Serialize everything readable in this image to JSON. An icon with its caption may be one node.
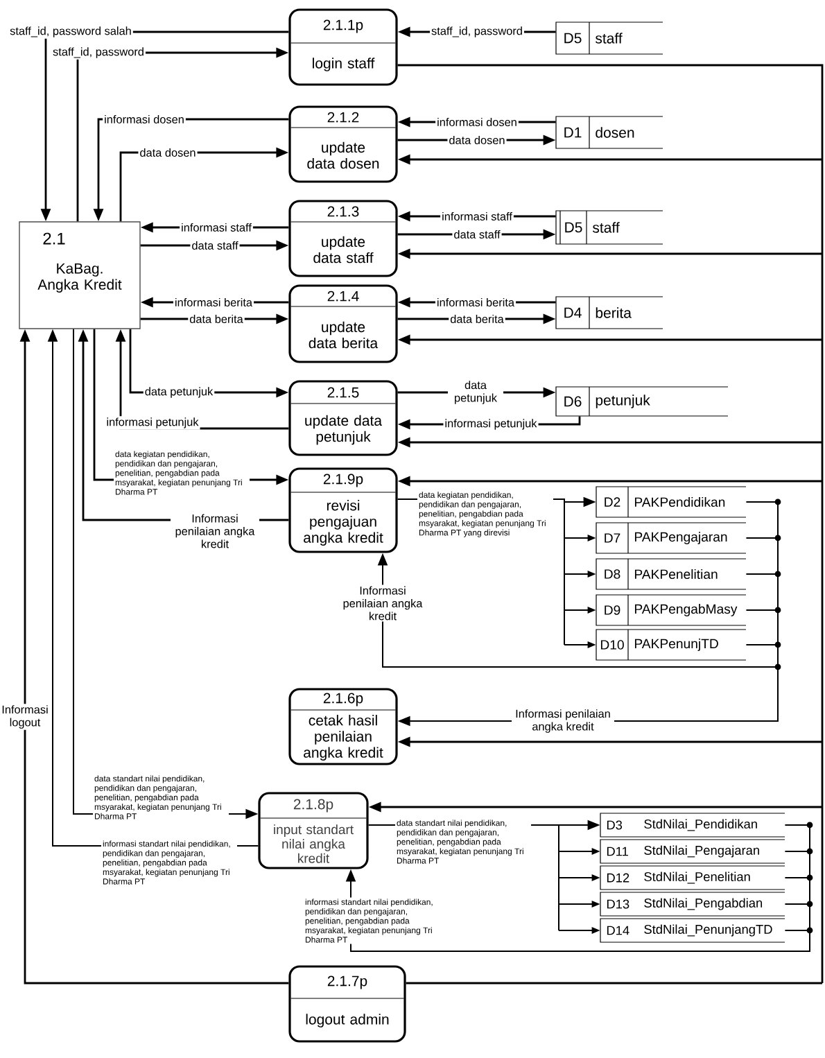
{
  "diagram": {
    "nodes": [
      {
        "text": [
          "2.1.1p",
          "login staff"
        ]
      },
      {
        "text": [
          "D5",
          "staff"
        ]
      },
      {
        "text": [
          "2.1.2",
          "update data dosen"
        ]
      },
      {
        "text": [
          "D1",
          "dosen"
        ]
      },
      {
        "text": [
          "2.1",
          "KaBag. Angka Kredit"
        ]
      },
      {
        "text": [
          "2.1.3",
          "update data staff"
        ]
      },
      {
        "text": [
          "D5",
          "staff"
        ]
      },
      {
        "text": [
          "2.1.4",
          "update data berita"
        ]
      },
      {
        "text": [
          "D4",
          "berita"
        ]
      },
      {
        "text": [
          "2.1.5",
          "update data petunjuk"
        ]
      },
      {
        "text": [
          "D6",
          "petunjuk"
        ]
      },
      {
        "text": [
          "2.1.9p",
          "revisi pengajuan angka kredit"
        ]
      },
      {
        "text": [
          "D2",
          "PAKPendidikan"
        ]
      },
      {
        "text": [
          "D7",
          "PAKPengajaran"
        ]
      },
      {
        "text": [
          "D8",
          "PAKPenelitian"
        ]
      },
      {
        "text": [
          "D9",
          "PAKPengabMasy"
        ]
      },
      {
        "text": [
          "D10",
          "PAKPenunjTD"
        ]
      },
      {
        "text": [
          "2.1.6p",
          "cetak hasil penilaian angka kredit"
        ]
      },
      {
        "text": [
          "2.1.8p",
          "input standart nilai angka kredit"
        ]
      },
      {
        "text": [
          "D3",
          "StdNilai_Pendidikan"
        ]
      },
      {
        "text": [
          "D11",
          "StdNilai_Pengajaran"
        ]
      },
      {
        "text": [
          "D12",
          "StdNilai_Penelitian"
        ]
      },
      {
        "text": [
          "D13",
          "StdNilai_Pengabdian"
        ]
      },
      {
        "text": [
          "D14",
          "StdNilai_PenunjangTD"
        ]
      },
      {
        "text": [
          "2.1.7p",
          "logout admin"
        ]
      }
    ],
    "edges": [
      {
        "from": 0,
        "to": 4,
        "arrow": "to",
        "label": "staff_id, password salah"
      },
      {
        "from": 4,
        "to": 0,
        "arrow": "to",
        "label": "staff_id, password"
      },
      {
        "from": 1,
        "to": 0,
        "arrow": "to",
        "label": "staff_id, password"
      },
      {
        "from": 2,
        "to": 4,
        "arrow": "to",
        "label": "informasi dosen"
      },
      {
        "from": 4,
        "to": 2,
        "arrow": "to",
        "label": "data dosen"
      },
      {
        "from": 3,
        "to": 2,
        "arrow": "to",
        "label": "informasi dosen"
      },
      {
        "from": 2,
        "to": 3,
        "arrow": "to",
        "label": "data dosen"
      },
      {
        "from": 0,
        "to": 2,
        "arrow": "to"
      },
      {
        "from": 5,
        "to": 4,
        "arrow": "to",
        "label": "informasi staff"
      },
      {
        "from": 4,
        "to": 5,
        "arrow": "to",
        "label": "data staff"
      },
      {
        "from": 6,
        "to": 5,
        "arrow": "to",
        "label": "informasi staff"
      },
      {
        "from": 5,
        "to": 6,
        "arrow": "to",
        "label": "data staff"
      },
      {
        "from": 0,
        "to": 5,
        "arrow": "to"
      },
      {
        "from": 7,
        "to": 4,
        "arrow": "to",
        "label": "informasi berita"
      },
      {
        "from": 4,
        "to": 7,
        "arrow": "to",
        "label": "data berita"
      },
      {
        "from": 8,
        "to": 7,
        "arrow": "to",
        "label": "informasi berita"
      },
      {
        "from": 7,
        "to": 8,
        "arrow": "to",
        "label": "data berita"
      },
      {
        "from": 0,
        "to": 7,
        "arrow": "to"
      },
      {
        "from": 4,
        "to": 9,
        "arrow": "to",
        "label": "data petunjuk"
      },
      {
        "from": 9,
        "to": 10,
        "arrow": "to",
        "label": "data petunjuk"
      },
      {
        "from": 10,
        "to": 9,
        "arrow": "to",
        "label": "informasi petunjuk"
      },
      {
        "from": 9,
        "to": 4,
        "arrow": "to",
        "label": "informasi petunjuk"
      },
      {
        "from": 0,
        "to": 9,
        "arrow": "to"
      },
      {
        "from": 4,
        "to": 11,
        "arrow": "to",
        "label": "data kegiatan pendidikan, pendidikan dan pengajaran, penelitian, pengabdian pada msyarakat, kegiatan penunjang Tri Dharma PT"
      },
      {
        "from": 11,
        "to": 4,
        "arrow": "to",
        "label": "Informasi penilaian angka kredit"
      },
      {
        "from": 0,
        "to": 11,
        "arrow": "to"
      },
      {
        "from": 11,
        "to": 12,
        "arrow": "to",
        "label": "data kegiatan pendidikan, pendidikan dan pengajaran, penelitian, pengabdian pada msyarakat, kegiatan penunjang Tri Dharma PT yang direvisi"
      },
      {
        "from": 11,
        "to": 13,
        "arrow": "to"
      },
      {
        "from": 11,
        "to": 14,
        "arrow": "to"
      },
      {
        "from": 11,
        "to": 15,
        "arrow": "to"
      },
      {
        "from": 11,
        "to": 16,
        "arrow": "to"
      },
      {
        "from": 12,
        "to": 11,
        "arrow": "to",
        "label": "Informasi penilaian angka kredit"
      },
      {
        "from": 13,
        "to": 11,
        "arrow": "to"
      },
      {
        "from": 14,
        "to": 11,
        "arrow": "to"
      },
      {
        "from": 15,
        "to": 11,
        "arrow": "to"
      },
      {
        "from": 16,
        "to": 11,
        "arrow": "to"
      },
      {
        "from": 12,
        "to": 17,
        "arrow": "to",
        "label": "Informasi penilaian angka kredit"
      },
      {
        "from": 13,
        "to": 17,
        "arrow": "to"
      },
      {
        "from": 14,
        "to": 17,
        "arrow": "to"
      },
      {
        "from": 15,
        "to": 17,
        "arrow": "to"
      },
      {
        "from": 16,
        "to": 17,
        "arrow": "to"
      },
      {
        "from": 0,
        "to": 17,
        "arrow": "to"
      },
      {
        "from": 4,
        "to": 18,
        "arrow": "to",
        "label": "data standart nilai pendidikan, pendidikan dan pengajaran, penelitian, pengabdian pada msyarakat, kegiatan penunjang Tri Dharma PT"
      },
      {
        "from": 18,
        "to": 4,
        "arrow": "to",
        "label": "informasi standart nilai pendidikan, pendidikan dan pengajaran, penelitian, pengabdian pada msyarakat, kegiatan penunjang Tri Dharma PT"
      },
      {
        "from": 0,
        "to": 18,
        "arrow": "to"
      },
      {
        "from": 18,
        "to": 19,
        "arrow": "to",
        "label": "data standart nilai pendidikan, pendidikan dan pengajaran, penelitian, pengabdian pada msyarakat, kegiatan penunjang Tri Dharma PT"
      },
      {
        "from": 18,
        "to": 20,
        "arrow": "to"
      },
      {
        "from": 18,
        "to": 21,
        "arrow": "to"
      },
      {
        "from": 18,
        "to": 22,
        "arrow": "to"
      },
      {
        "from": 18,
        "to": 23,
        "arrow": "to"
      },
      {
        "from": 19,
        "to": 18,
        "arrow": "to",
        "label": "informasi standart nilai pendidikan, pendidikan dan pengajaran, penelitian, pengabdian pada msyarakat, kegiatan penunjang Tri Dharma PT"
      },
      {
        "from": 20,
        "to": 18,
        "arrow": "to"
      },
      {
        "from": 21,
        "to": 18,
        "arrow": "to"
      },
      {
        "from": 22,
        "to": 18,
        "arrow": "to"
      },
      {
        "from": 23,
        "to": 18,
        "arrow": "to"
      },
      {
        "from": 0,
        "to": 24,
        "arrow": "none"
      },
      {
        "from": 24,
        "to": 4,
        "arrow": "to",
        "label": "Informasi logout"
      }
    ]
  }
}
